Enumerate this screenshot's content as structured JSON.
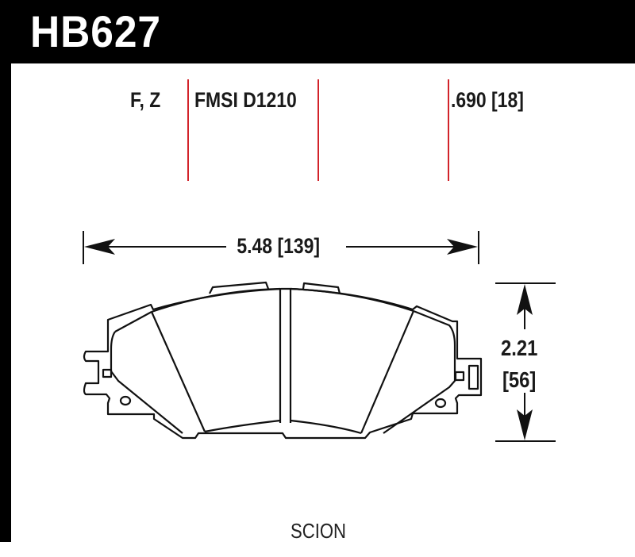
{
  "header": {
    "part_number": "HB627",
    "background_color": "#000000",
    "text_color": "#ffffff"
  },
  "specs": {
    "position": "F, Z",
    "fmsi": "FMSI D1210",
    "thickness": ".690 [18]",
    "width": "5.48 [139]",
    "height_in": "2.21",
    "height_mm": "[56]"
  },
  "footer": {
    "make": "SCION"
  },
  "colors": {
    "divider_red": "#d2232a",
    "line": "#111111"
  }
}
